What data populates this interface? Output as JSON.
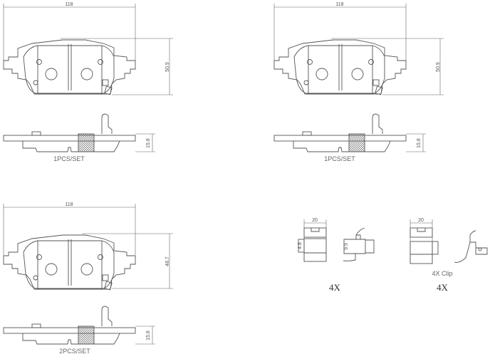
{
  "pads": [
    {
      "width_label": "118",
      "height_label": "50.9",
      "thickness_label": "15.8",
      "set_label": "1PCS/SET"
    },
    {
      "width_label": "118",
      "height_label": "50.9",
      "thickness_label": "15.8",
      "set_label": "1PCS/SET"
    },
    {
      "width_label": "118",
      "height_label": "48.7",
      "thickness_label": "15.8",
      "set_label": "2PCS/SET"
    }
  ],
  "clips": [
    {
      "width_label": "20",
      "side_label": "4.8",
      "detail_label": "9.9",
      "quantity": "4X",
      "caption": ""
    },
    {
      "width_label": "20",
      "quantity": "4X",
      "caption": "4X Clip"
    }
  ]
}
